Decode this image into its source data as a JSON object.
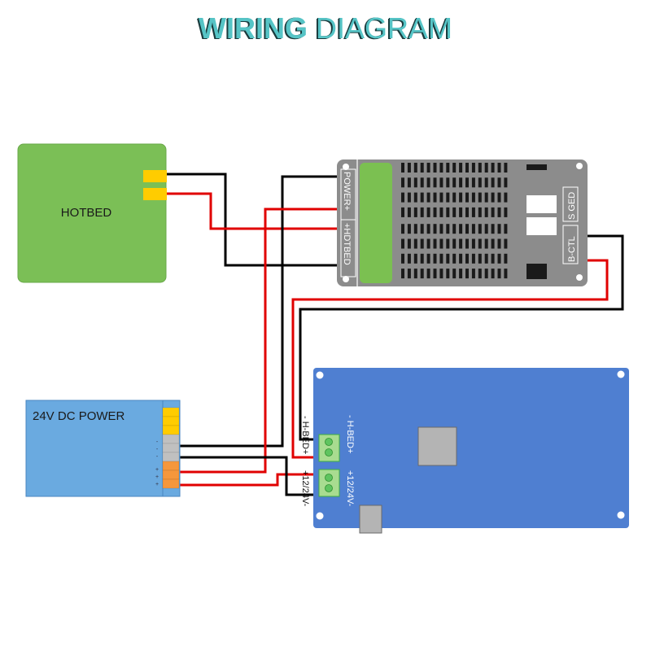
{
  "title": {
    "bold_part": "WIRING",
    "normal_part": "DIAGRAM"
  },
  "colors": {
    "title_fill": "#56c4c6",
    "title_shadow": "#1a3a3c",
    "hotbed": "#7bbf56",
    "hotbed_terminal": "#ffcc00",
    "mosfet_body": "#8c8c8c",
    "mosfet_strip": "#7bc051",
    "power_supply": "#6aaae0",
    "ps_terminal_yellow": "#ffcc00",
    "ps_terminal_gray": "#c0c0c0",
    "ps_terminal_orange": "#f5973c",
    "mainboard": "#4f7fd1",
    "terminal_green": "#a8dc90",
    "terminal_dot": "#5fc45f",
    "chip": "#b4b4b4",
    "wire_positive": "#e00000",
    "wire_negative": "#000000"
  },
  "components": {
    "hotbed": {
      "label": "HOTBED"
    },
    "power_supply": {
      "label": "24V DC POWER",
      "neg_marks": [
        "-",
        "-",
        "-"
      ],
      "pos_marks": [
        "+",
        "+",
        "+"
      ]
    },
    "mosfet": {
      "left_label_top": "POWER+",
      "left_label_bottom": "+HDTBED",
      "right_label_top": "S GED",
      "right_label_bottom": "B-CTL"
    },
    "mainboard": {
      "terminal_hbed_label": "- H-BED+",
      "terminal_power_label": "+12/24V-",
      "wire_label_hbed": "- H-BED+",
      "wire_label_power": "+12/24V-"
    }
  },
  "wires": [
    {
      "name": "hotbed-neg-to-mosfet",
      "polarity": "negative"
    },
    {
      "name": "hotbed-pos-to-mosfet",
      "polarity": "positive"
    },
    {
      "name": "psu-neg-to-mosfet-power",
      "polarity": "negative"
    },
    {
      "name": "psu-pos-to-mosfet-power",
      "polarity": "positive"
    },
    {
      "name": "mosfet-ctl-pos-to-board-hbed",
      "polarity": "positive"
    },
    {
      "name": "mosfet-ctl-neg-to-board-hbed",
      "polarity": "negative"
    },
    {
      "name": "psu-pos-to-board-power",
      "polarity": "positive"
    },
    {
      "name": "psu-neg-to-board-power",
      "polarity": "negative"
    }
  ]
}
